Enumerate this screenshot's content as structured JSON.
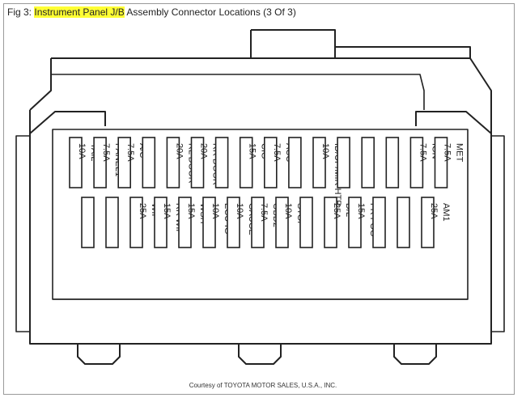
{
  "figure": {
    "prefix": "Fig 3: ",
    "highlight": "Instrument Panel J/B",
    "suffix": " Assembly Connector Locations (3 Of 3)",
    "highlight_color": "#ffff33"
  },
  "credit": "Courtesy of TOYOTA MOTOR SALES, U.S.A., INC.",
  "fuse_rows": [
    {
      "name": "top",
      "fuses": [
        {
          "amp": "10A",
          "name": "TAIL"
        },
        {
          "amp": "7.5A",
          "name": "PANEL1"
        },
        {
          "amp": "7.5A",
          "name": "A/C"
        },
        {
          "amp": "",
          "name": ""
        },
        {
          "amp": "20A",
          "name": "RL DOOR"
        },
        {
          "amp": "20A",
          "name": "RR DOOR"
        },
        {
          "amp": "",
          "name": ""
        },
        {
          "amp": "15A",
          "name": "CIG"
        },
        {
          "amp": "7.5A",
          "name": "ACC"
        },
        {
          "amp": "",
          "name": ""
        },
        {
          "amp": "10A",
          "name": "ID/UP/MIR HTR"
        },
        {
          "amp": "",
          "name": ""
        },
        {
          "amp": "",
          "name": ""
        },
        {
          "amp": "",
          "name": ""
        },
        {
          "amp": "7.5A",
          "name": "IGN"
        },
        {
          "amp": "7.5A",
          "name": "MET"
        }
      ]
    },
    {
      "name": "bottom",
      "fuses": [
        {
          "amp": "",
          "name": ""
        },
        {
          "amp": "",
          "name": ""
        },
        {
          "amp": "25A",
          "name": "WIP"
        },
        {
          "amp": "15A",
          "name": "RR WIP"
        },
        {
          "amp": "15A",
          "name": "WSH"
        },
        {
          "amp": "10A",
          "name": "ECU-IG"
        },
        {
          "amp": "10A",
          "name": "GAUGE"
        },
        {
          "amp": "7.5A",
          "name": "OBD2"
        },
        {
          "amp": "10A",
          "name": "STOP"
        },
        {
          "amp": "",
          "name": ""
        },
        {
          "amp": "25A",
          "name": "D/L"
        },
        {
          "amp": "15A",
          "name": "FR FOG"
        },
        {
          "amp": "",
          "name": ""
        },
        {
          "amp": "",
          "name": ""
        },
        {
          "amp": "25A",
          "name": "AM1"
        }
      ]
    }
  ]
}
